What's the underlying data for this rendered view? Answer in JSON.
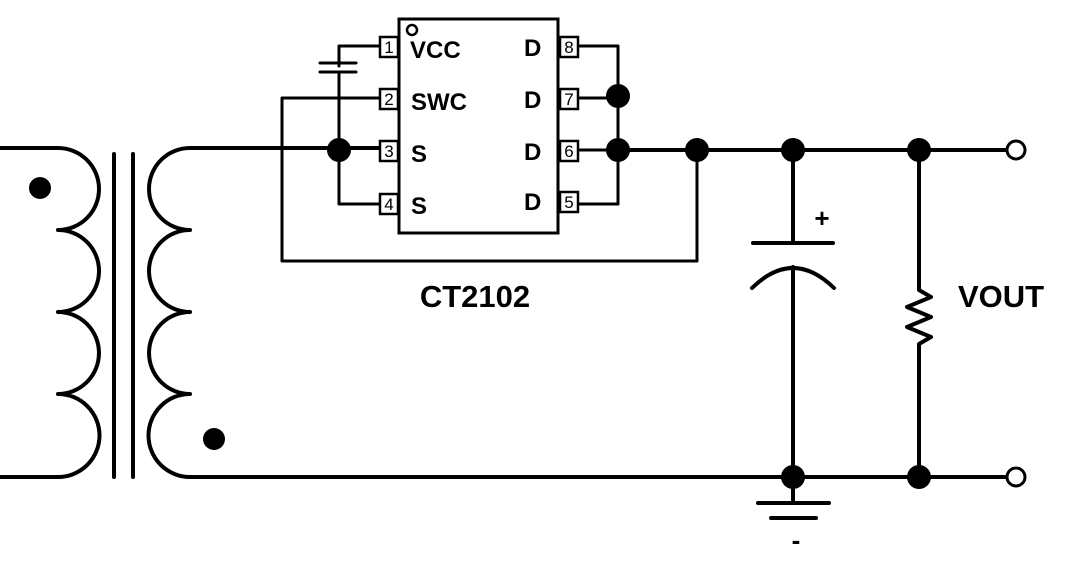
{
  "ic": {
    "name": "CT2102",
    "pins": [
      {
        "num": "1",
        "label": "VCC"
      },
      {
        "num": "2",
        "label": "SWC"
      },
      {
        "num": "3",
        "label": "S"
      },
      {
        "num": "4",
        "label": "S"
      },
      {
        "num": "5",
        "label": "D"
      },
      {
        "num": "6",
        "label": "D"
      },
      {
        "num": "7",
        "label": "D"
      },
      {
        "num": "8",
        "label": "D"
      }
    ]
  },
  "output": {
    "label": "VOUT"
  },
  "capacitor": {
    "polarity": "+"
  },
  "ground": {
    "sign": "-"
  }
}
